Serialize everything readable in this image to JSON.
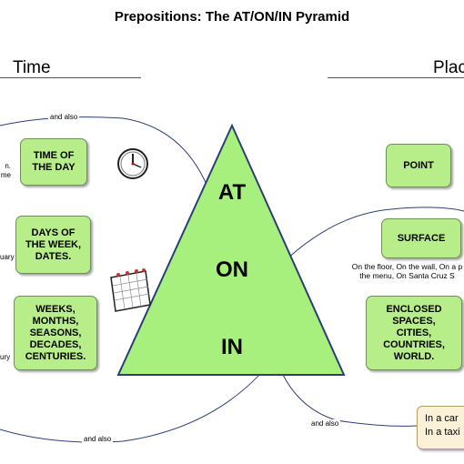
{
  "title": "Prepositions: The AT/ON/IN Pyramid",
  "sections": {
    "time": "Time",
    "place": "Plac"
  },
  "connectors": {
    "and_also_top": "and also",
    "and_also_bottom_left": "and also",
    "and_also_bottom_right": "and also"
  },
  "pyramid": {
    "at": "AT",
    "on": "ON",
    "in": "IN",
    "fill": "#a8f07e"
  },
  "time_boxes": [
    {
      "label": "TIME OF\nTHE DAY"
    },
    {
      "label": "DAYS OF\nTHE WEEK,\nDATES."
    },
    {
      "label": "WEEKS,\nMONTHS,\nSEASONS,\nDECADES,\nCENTURIES."
    }
  ],
  "place_boxes": [
    {
      "label": "POINT"
    },
    {
      "label": "SURFACE"
    },
    {
      "label": "ENCLOSED\nSPACES,\nCITIES,\nCOUNTRIES,\nWORLD."
    }
  ],
  "left_snippets": {
    "time_of_day": "n.\nme",
    "days": "uary",
    "weeks": "ury"
  },
  "surface_examples": "On the floor, On the wall, On a p\nthe menu, On Santa Cruz S",
  "vehicle_note": "In a car\nIn a taxi",
  "icons": {
    "clock": "clock-icon",
    "calendar": "calendar-icon"
  },
  "colors": {
    "box_fill": "#b7ee8a",
    "note_fill": "#fbf0d8"
  }
}
